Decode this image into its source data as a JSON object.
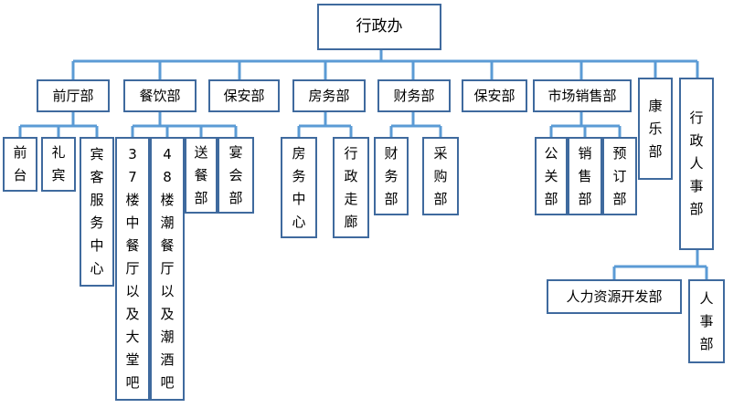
{
  "nodes": {
    "root": "行政办",
    "qiantingbu": "前厅部",
    "canyinbu": "餐饮部",
    "baoanbu1": "保安部",
    "fangwubu": "房务部",
    "caiwubu": "财务部",
    "baoanbu2": "保安部",
    "shichangxiaoshoubu": "市场销售部",
    "kanglebu": "康乐部",
    "xingzhengrenshibu": "行政人事部",
    "qiantai": "前台",
    "libin": "礼宾",
    "binkefuwuzhongxin": "宾客服务中心",
    "lou37": "3 7楼中餐厅以及大堂吧",
    "lou48": "4 8楼潮餐厅以及潮酒吧",
    "songcanbu": "送餐部",
    "yanhuibu": "宴会部",
    "fangwuzhongxin": "房务中心",
    "xingzhengzoulang": "行政走廊",
    "caiwubu_sub": "财务部",
    "caigoubu": "采购部",
    "gongguanbu": "公关部",
    "xiaoshoubu": "销售部",
    "yudingbu": "预订部",
    "renliziyuankaifabu": "人力资源开发部",
    "renshibu": "人事部"
  }
}
